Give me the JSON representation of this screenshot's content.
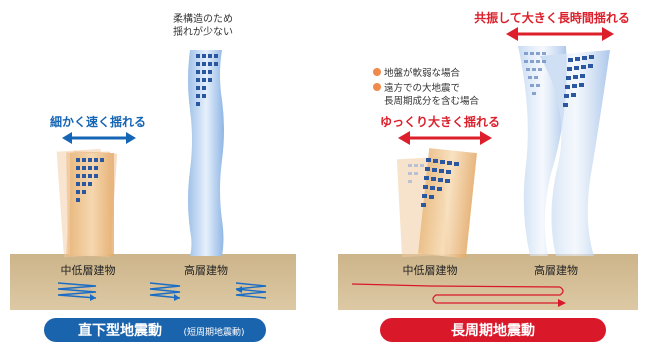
{
  "left": {
    "tall_note_line1": "柔構造のため",
    "tall_note_line2": "揺れが少ない",
    "shake_label": "細かく速く揺れる",
    "ground_label_mid": "中低層建物",
    "ground_label_tall": "高層建物",
    "badge_main": "直下型地震動",
    "badge_sub": "(短周期地震動)"
  },
  "right": {
    "top_label": "共振して大きく長時間揺れる",
    "case_1": "地盤が軟弱な場合",
    "case_2_line1": "遠方での大地震で",
    "case_2_line2": "長周期成分を含む場合",
    "shake_label": "ゆっくり大きく揺れる",
    "ground_label_mid": "中低層建物",
    "ground_label_tall": "高層建物",
    "badge_main": "長周期地震動"
  },
  "colors": {
    "blue_accent": "#1565b5",
    "red_accent": "#dc1f2a",
    "ground": "#d4be94",
    "badge_blue": "#1a63ad",
    "badge_red": "#d9182a"
  }
}
